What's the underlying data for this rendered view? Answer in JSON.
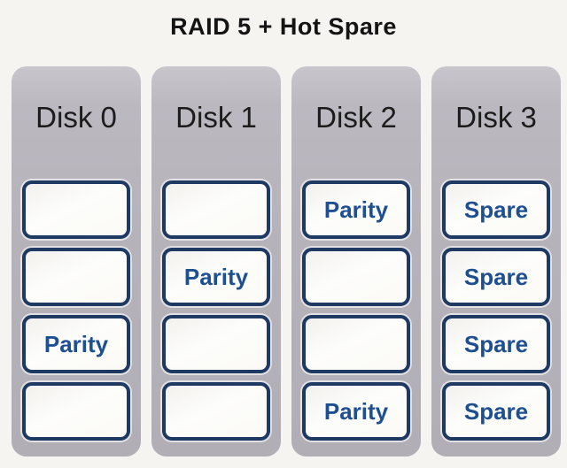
{
  "title": "RAID 5 + Hot Spare",
  "colors": {
    "page_background": "#f5f4f1",
    "disk_column_gray_top": "#c8c6cc",
    "disk_column_gray_bottom": "#b1aeb6",
    "block_border_navy": "#1e3a63",
    "block_fill": "#fbfaf6",
    "block_label_blue": "#1e4f91",
    "disk_label_color": "#1c1c1c",
    "title_color": "#141414"
  },
  "disks": [
    {
      "label": "Disk 0",
      "blocks": [
        "",
        "",
        "Parity",
        ""
      ]
    },
    {
      "label": "Disk 1",
      "blocks": [
        "",
        "Parity",
        "",
        ""
      ]
    },
    {
      "label": "Disk 2",
      "blocks": [
        "Parity",
        "",
        "",
        "Parity"
      ]
    },
    {
      "label": "Disk 3",
      "blocks": [
        "Spare",
        "Spare",
        "Spare",
        "Spare"
      ]
    }
  ]
}
